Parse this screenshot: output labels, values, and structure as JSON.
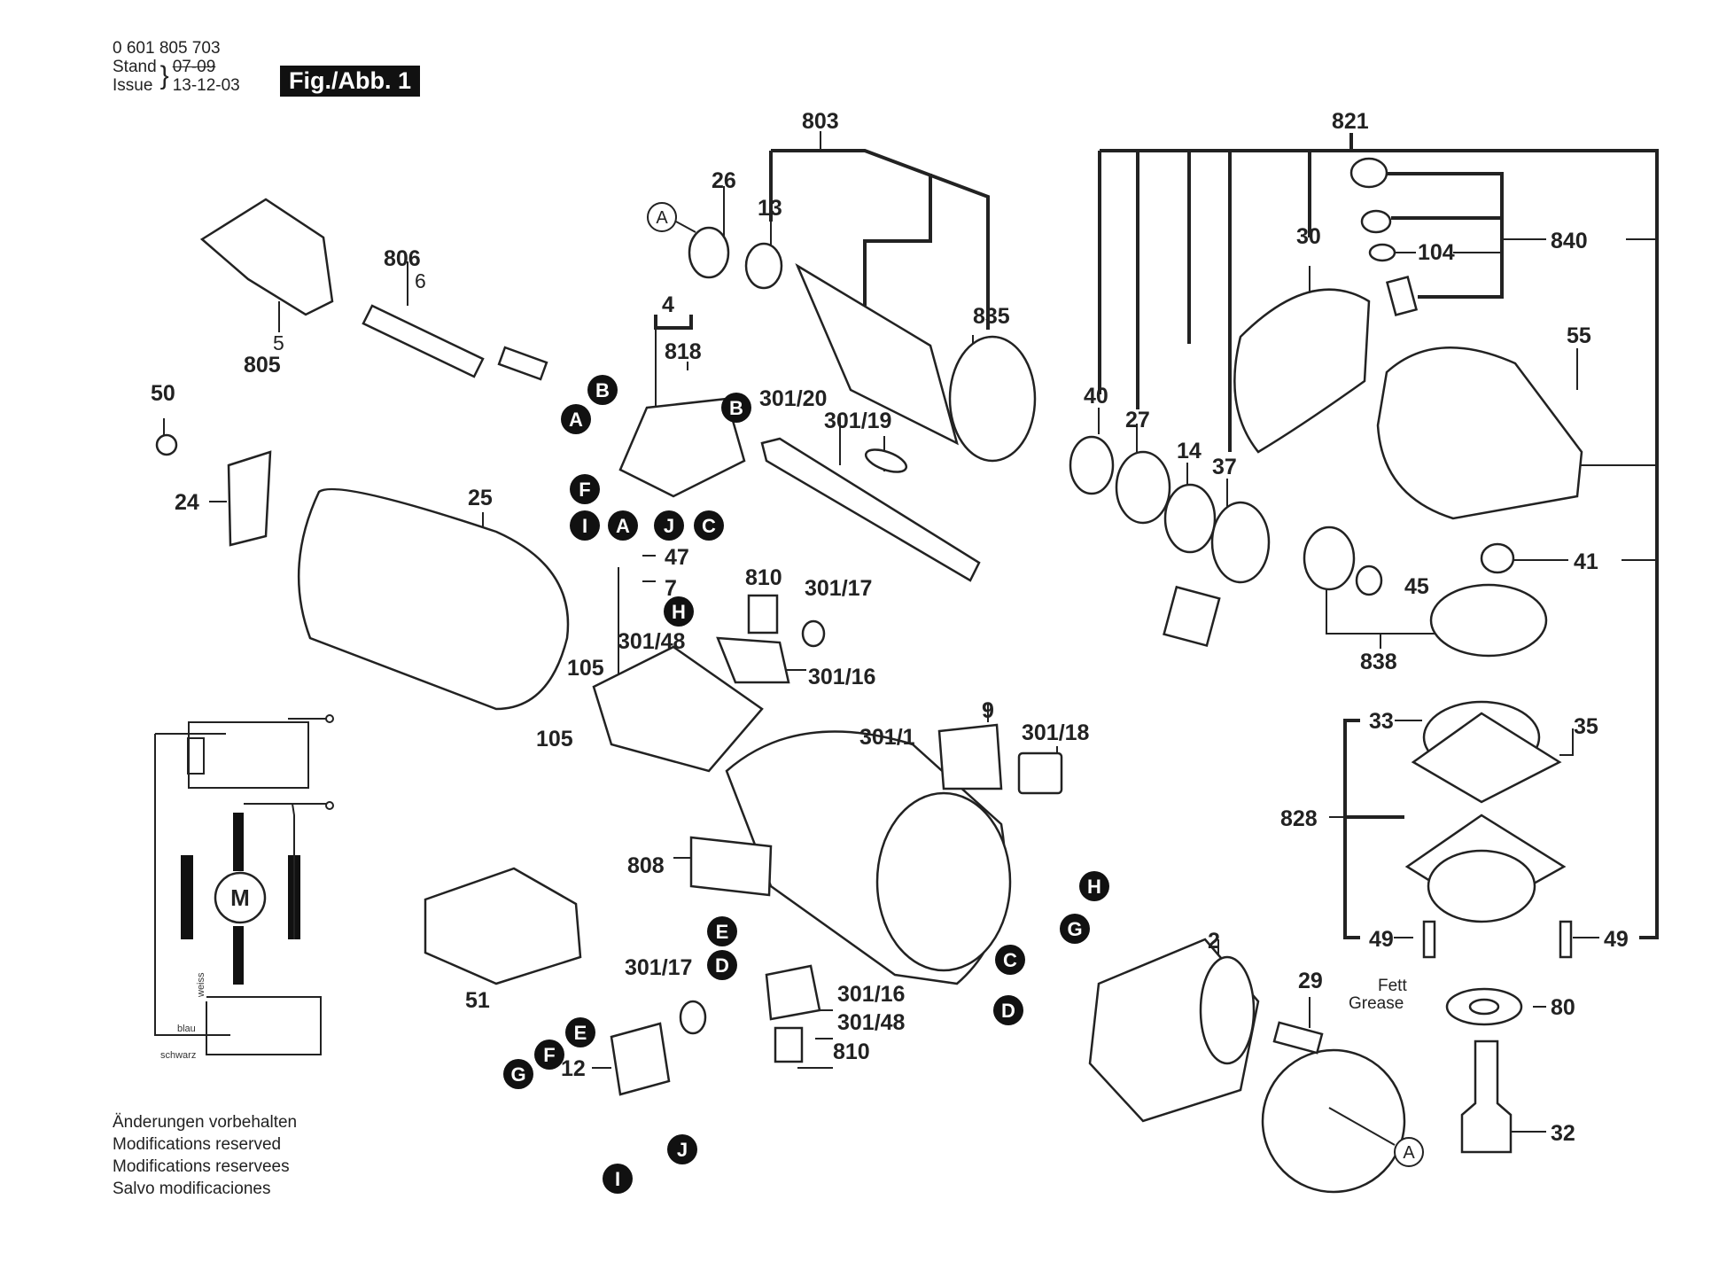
{
  "header": {
    "part_number": "0 601 805 703",
    "stand_label": "Stand",
    "issue_label": "Issue",
    "stand_value": "07-09",
    "issue_value": "13-12-03",
    "figure_label": "Fig./Abb. 1"
  },
  "notes": [
    "Änderungen vorbehalten",
    "Modifications reserved",
    "Modifications reservees",
    "Salvo modificaciones"
  ],
  "labels": {
    "l803": "803",
    "l821": "821",
    "l26": "26",
    "l13": "13",
    "l835": "835",
    "l30": "30",
    "l104": "104",
    "l840": "840",
    "l55": "55",
    "l40": "40",
    "l27": "27",
    "l14": "14",
    "l37": "37",
    "l806": "806",
    "l6": "6",
    "l5": "5",
    "l805": "805",
    "l4": "4",
    "l818": "818",
    "l301_20": "301/20",
    "l301_19": "301/19",
    "l50": "50",
    "l24": "24",
    "l25": "25",
    "l47": "47",
    "l7": "7",
    "l810a": "810",
    "l301_17a": "301/17",
    "l301_48a": "301/48",
    "l301_16a": "301/16",
    "l105a": "105",
    "l105b": "105",
    "l41": "41",
    "l45": "45",
    "l838": "838",
    "l33": "33",
    "l35": "35",
    "l828": "828",
    "l49a": "49",
    "l49b": "49",
    "l301_1": "301/1",
    "l9": "9",
    "l301_18": "301/18",
    "l808": "808",
    "l51": "51",
    "l12": "12",
    "l301_17b": "301/17",
    "l301_16b": "301/16",
    "l301_48b": "301/48",
    "l810b": "810",
    "l2": "2",
    "l29": "29",
    "l80": "80",
    "l32": "32",
    "fett": "Fett",
    "grease": "Grease"
  },
  "connectors": {
    "A": "A",
    "B": "B",
    "C": "C",
    "D": "D",
    "E": "E",
    "F": "F",
    "G": "G",
    "H": "H",
    "I": "I",
    "J": "J"
  },
  "wiring": {
    "motor": "M",
    "wire_white": "weiss",
    "wire_blue": "blau",
    "wire_black": "schwarz"
  }
}
